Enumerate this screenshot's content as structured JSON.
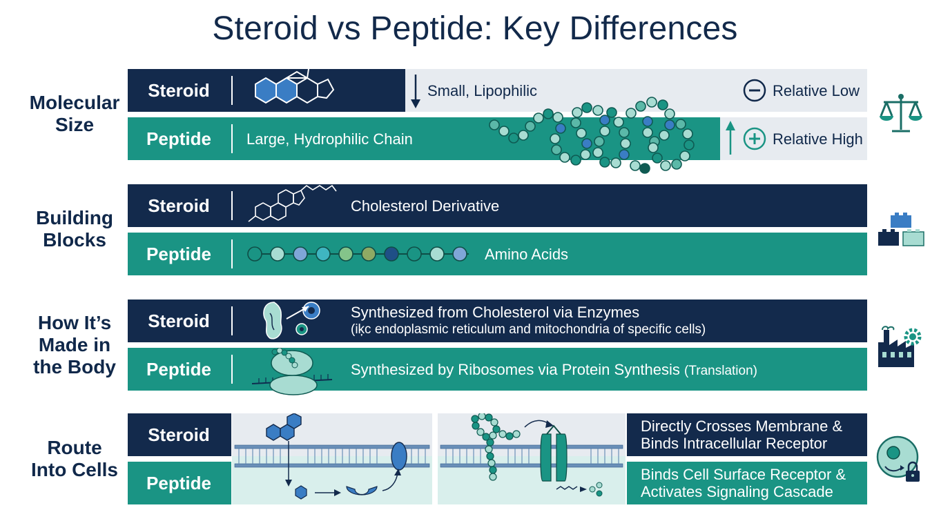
{
  "title": "Steroid vs Peptide: Key Differences",
  "tags": {
    "steroid": "Steroid",
    "peptide": "Peptide"
  },
  "rows": {
    "size": {
      "label": "Molecular\nSize",
      "steroid_text": "Small, Lipophilic",
      "steroid_relative": "Relative Low",
      "peptide_text": "Large, Hydrophilic Chain",
      "peptide_relative": "Relative High"
    },
    "blocks": {
      "label": "Building\nBlocks",
      "steroid_text": "Cholesterol Derivative",
      "peptide_text": "Amino Acids"
    },
    "made": {
      "label": "How It’s\nMade in\nthe Body",
      "steroid_text": "Synthesized from Cholesterol via Enzymes",
      "steroid_subtext": "(iķc endoplasmic reticulum and mitochondria of specific cells)",
      "peptide_text": "Synthesized by Ribosomes via Protein Synthesis",
      "peptide_subtext": "(Translation)"
    },
    "route": {
      "label": "Route\nInto Cells",
      "steroid_text": "Directly Crosses Membrane &\nBinds Intracellular Receptor",
      "peptide_text": "Binds Cell Surface Receptor &\nActivates Signaling Cascade"
    }
  },
  "colors": {
    "navy": "#132a4c",
    "teal": "#1a9484",
    "light_bg": "#e7ebf0",
    "blue_molecule": "#3a7dc4",
    "mint": "#a8dcd2"
  },
  "icons": {
    "size": "balance-scale-icon",
    "blocks": "building-blocks-icon",
    "made": "factory-gear-icon",
    "route": "cell-lock-icon"
  }
}
